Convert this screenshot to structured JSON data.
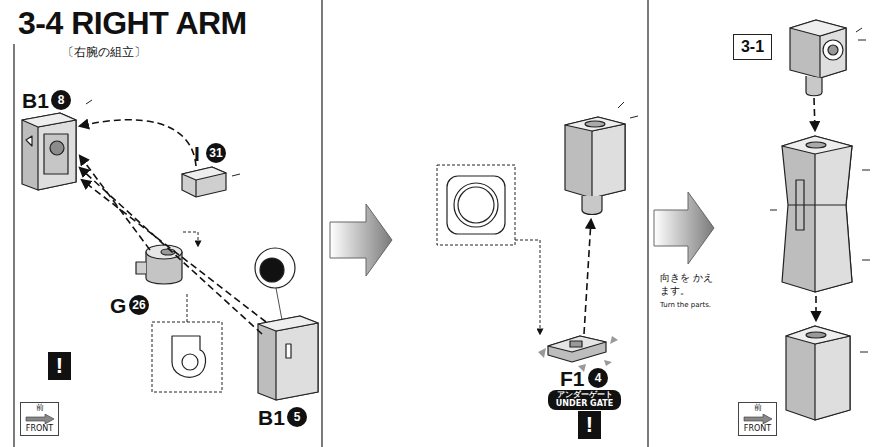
{
  "diagram": {
    "title": "3-4 RIGHT ARM",
    "nodes": [
      {
        "text": [
          "!"
        ]
      },
      {
        "text": [
          "前",
          "FRONT"
        ]
      },
      {
        "text": [
          "アンダーゲート",
          "UNDER GATE"
        ]
      },
      {
        "text": [
          "!"
        ]
      },
      {
        "text": [
          "3-1"
        ]
      },
      {
        "text": [
          "前",
          "FRONT"
        ]
      }
    ],
    "labels": [
      "〔右腕の組立〕",
      "B1",
      "8",
      "I",
      "31",
      "G",
      "26",
      "B1",
      "5",
      "F1",
      "4",
      "向きを かえます。",
      "Turn the parts."
    ]
  }
}
